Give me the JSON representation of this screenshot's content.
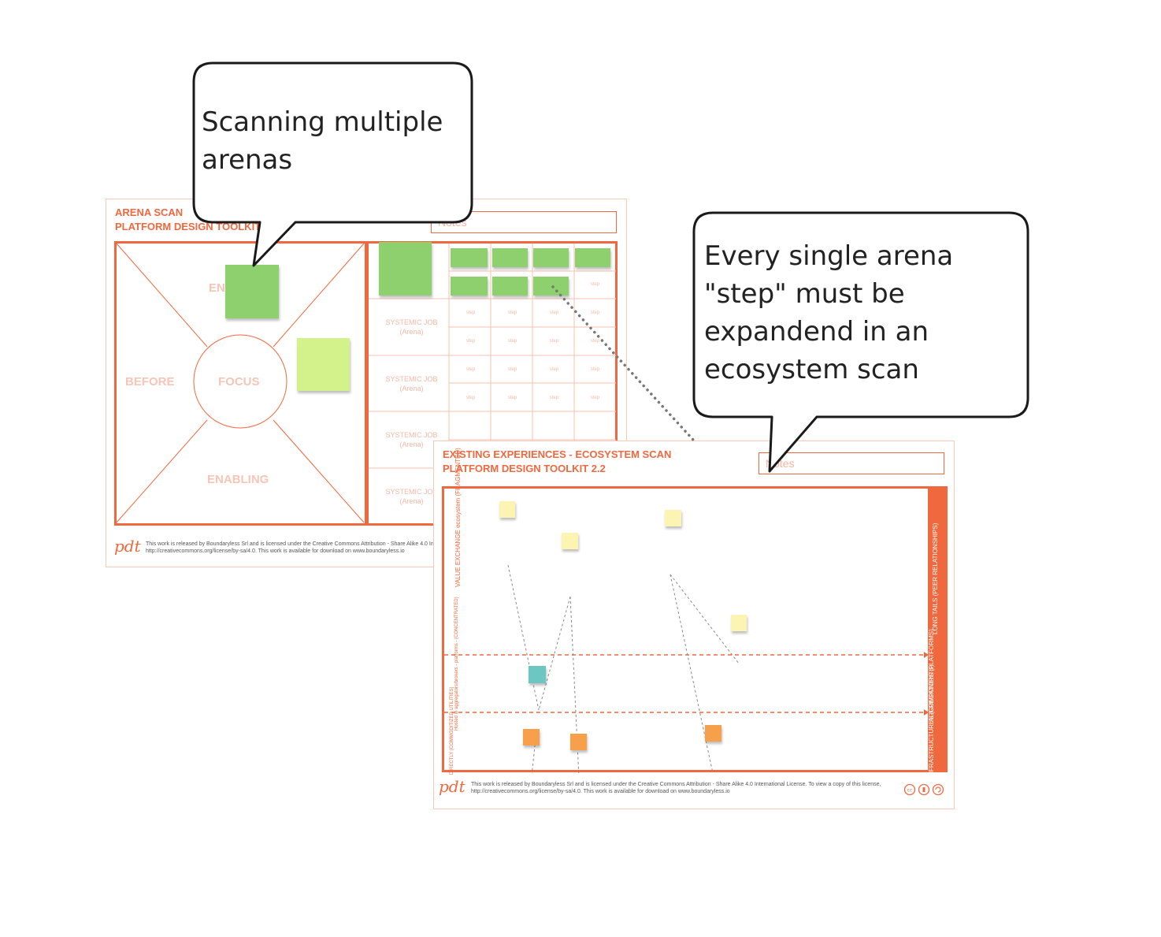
{
  "arena_canvas": {
    "title_line1": "ARENA SCAN",
    "title_line2": "PLATFORM DESIGN TOOLKIT 2.2",
    "notes": "Notes",
    "quadrants": {
      "top": "ENTRY",
      "left": "BEFORE",
      "center": "FOCUS",
      "bottom": "ENABLING"
    },
    "row_labels": [
      "SYSTEMIC JOB (Arena)",
      "SYSTEMIC JOB (Arena)",
      "SYSTEMIC JOB (Arena)",
      "SYSTEMIC JOB (Arena)"
    ],
    "cell_text": "step",
    "footer_line1": "This work is released by Boundaryless Srl and is licensed under the Creative Commons Attribution - Share Alike 4.0 International License. To view a copy of this license, visit",
    "footer_line2": "http://creativecommons.org/license/by-sa/4.0. This work is available for download on www.boundaryless.io",
    "logo": "pdt"
  },
  "ecosystem_canvas": {
    "title_line1": "EXISTING EXPERIENCES - ECOSYSTEM SCAN",
    "title_line2": "PLATFORM DESIGN TOOLKIT 2.2",
    "notes": "Notes",
    "left_labels": [
      "VALUE EXCHANGE ecosystem (FRAGMENTED)",
      "Hosted in aggregators/brokers - platforms - (CONCENTRATED)",
      "DIRECTLY (COMMODITIZED UTILITIES)"
    ],
    "right_labels": [
      "LONG TAILS (PEER RELATIONSHIPS)",
      "AGGREGATORS (PLATFORMS)",
      "INFRASTRUCTURES (COMPONENTS)"
    ],
    "footer_line1": "This work is released by Boundaryless Srl and is licensed under the Creative Commons Attribution - Share Alike 4.0 International License. To view a copy of this license, visit",
    "footer_line2": "http://creativecommons.org/license/by-sa/4.0. This work is available for download on www.boundaryless.io",
    "logo": "pdt"
  },
  "callouts": {
    "left": [
      "Scanning multiple",
      "arenas"
    ],
    "right": [
      "Every single arena",
      "\"step\" must be",
      "expandend in an",
      "ecosystem scan"
    ]
  },
  "colors": {
    "accent": "#f0683e",
    "sticky_green": "#8fd06e",
    "sticky_lime": "#d4f28c",
    "sticky_yellow": "#fbf4b2",
    "sticky_teal": "#6cc7c3",
    "sticky_orange": "#f7a04b"
  }
}
